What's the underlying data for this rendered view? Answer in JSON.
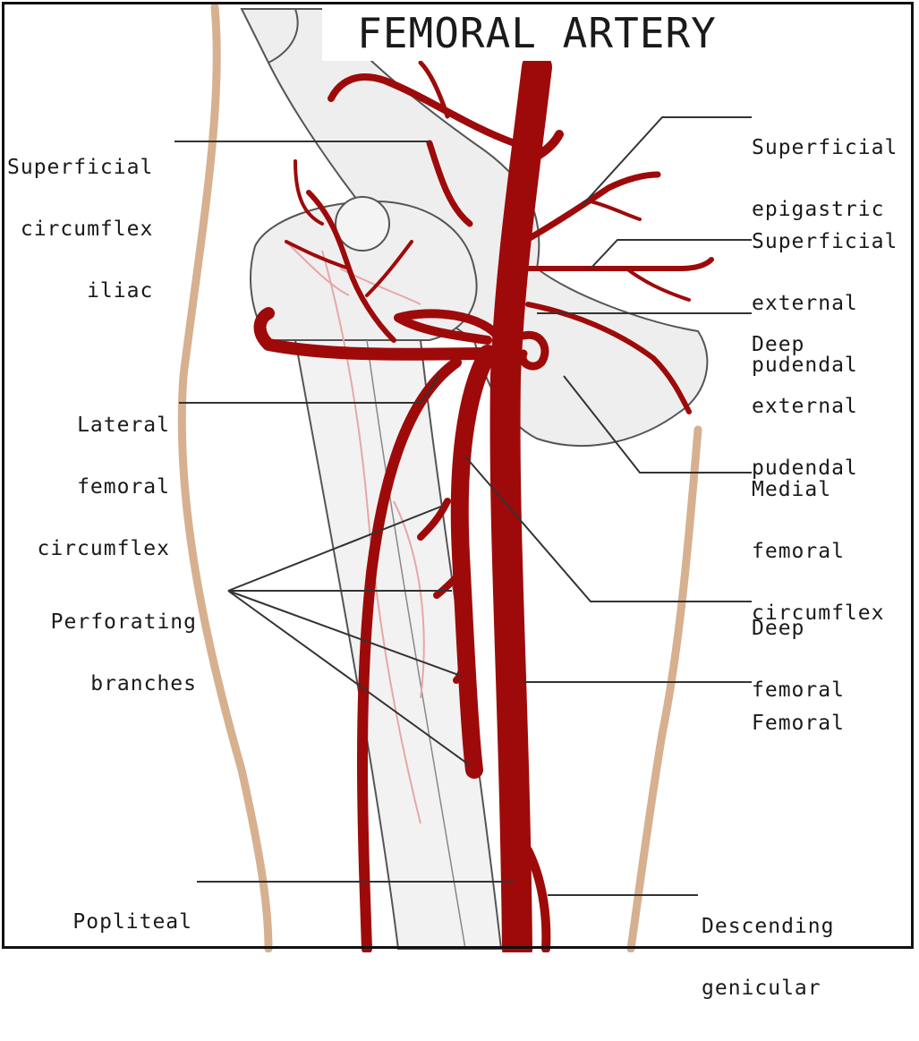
{
  "title": "FEMORAL ARTERY",
  "colors": {
    "artery": "#9e0a0a",
    "bone_fill": "#eeeeee",
    "bone_line": "#555555",
    "skin": "#c9956a",
    "label_line": "#333333"
  },
  "labels": {
    "superficial_circumflex_iliac": [
      "Superficial",
      "circumflex",
      "iliac"
    ],
    "superficial_epigastric": [
      "Superficial",
      "epigastric"
    ],
    "superficial_external_pudendal": [
      "Superficial",
      "external",
      "pudendal"
    ],
    "deep_external_pudendal": [
      "Deep",
      "external",
      "pudendal"
    ],
    "lateral_femoral_circumflex": [
      "Lateral",
      "femoral",
      "circumflex"
    ],
    "medial_femoral_circumflex": [
      "Medial",
      "femoral",
      "circumflex"
    ],
    "perforating_branches": [
      "Perforating",
      "branches"
    ],
    "deep_femoral": [
      "Deep",
      "femoral"
    ],
    "femoral": [
      "Femoral"
    ],
    "popliteal": [
      "Popliteal"
    ],
    "descending_genicular": [
      "Descending",
      "genicular"
    ]
  }
}
